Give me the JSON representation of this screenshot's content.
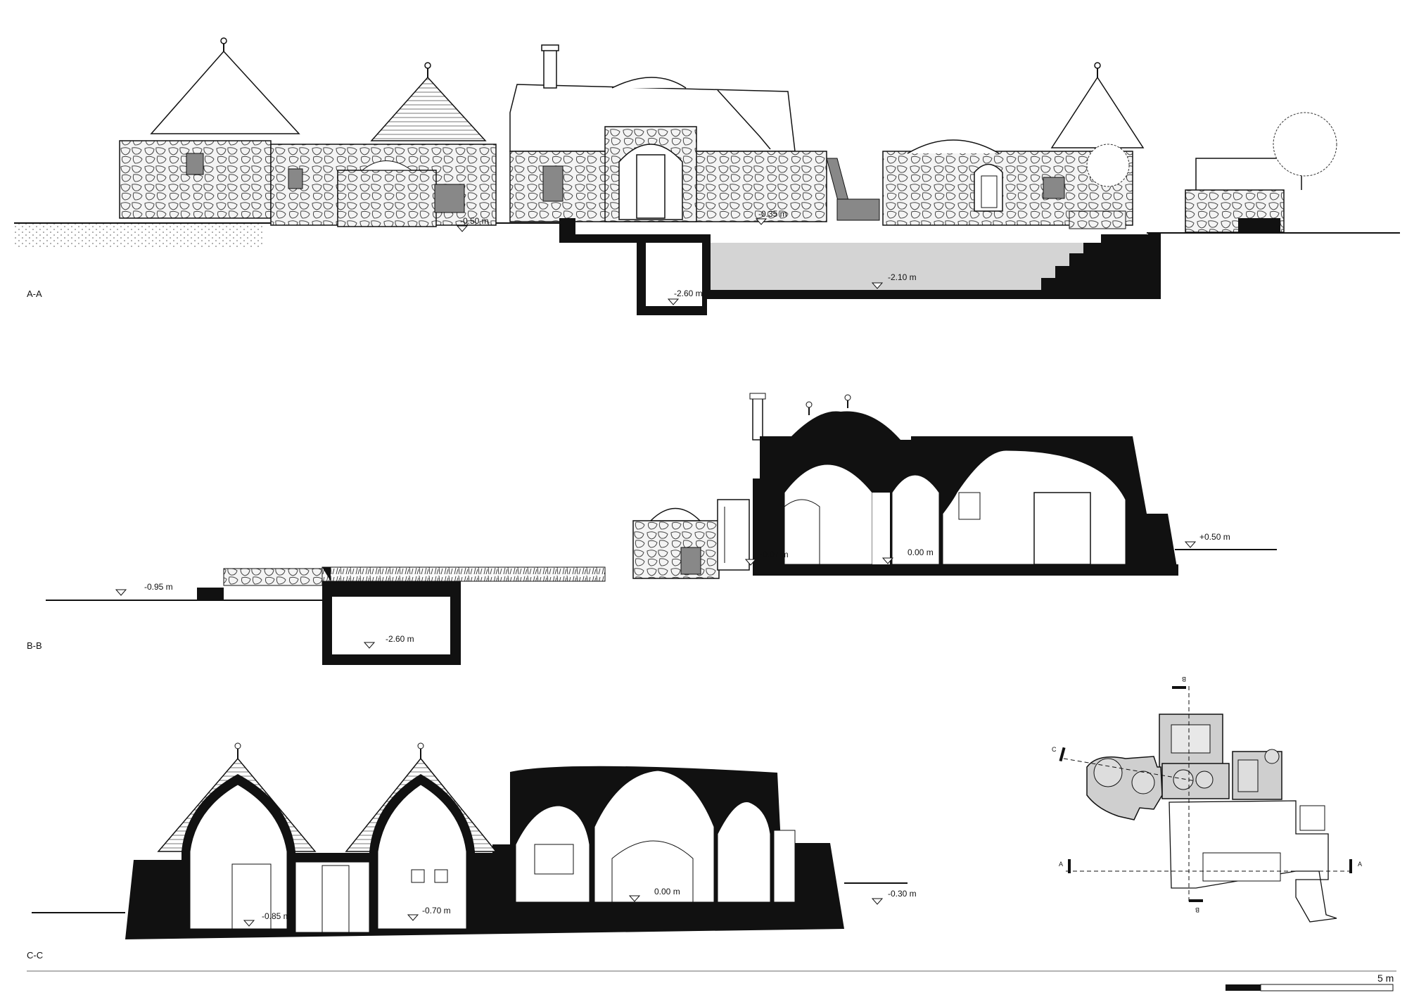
{
  "sections": {
    "a": {
      "label": "A-A",
      "levels": [
        "-0.50 m",
        "-0.35 m",
        "-2.60 m",
        "-2.10 m"
      ]
    },
    "b": {
      "label": "B-B",
      "levels": [
        "-0.95 m",
        "-2.60 m",
        "-0.07 m",
        "0.00 m",
        "+0.50 m"
      ]
    },
    "c": {
      "label": "C-C",
      "levels": [
        "-0.85 m",
        "-0.70 m",
        "0.00 m",
        "-0.30 m"
      ]
    }
  },
  "key_plan": {
    "markers": [
      "A",
      "A",
      "B",
      "B",
      "C"
    ]
  },
  "scale_bar": {
    "label": "5 m"
  },
  "colors": {
    "ink": "#111111",
    "stone": "#f2f2f2",
    "water": "#d4d4d4",
    "plan_fill": "#cfcfcf"
  }
}
